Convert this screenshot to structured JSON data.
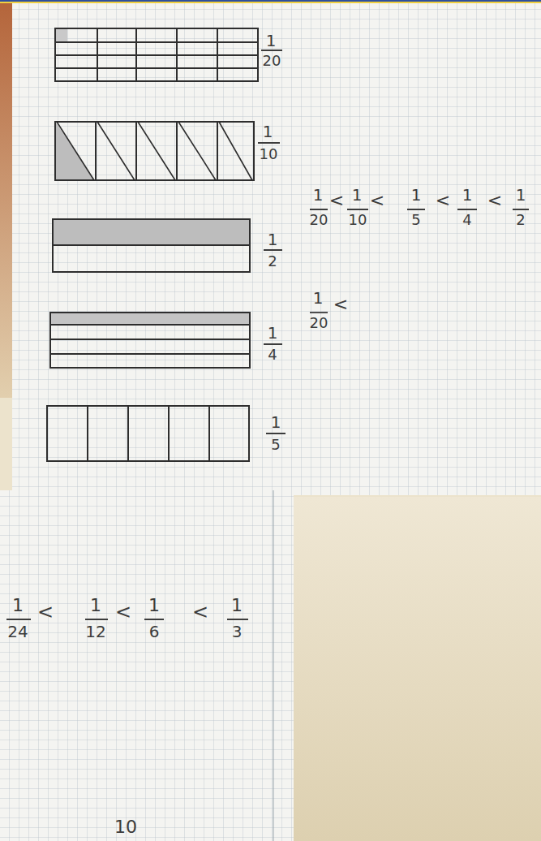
{
  "diagram": {
    "labels": [
      "1",
      "20",
      "1",
      "10",
      "1",
      "2",
      "1",
      "4",
      "1",
      "5",
      "1",
      "20",
      "<",
      "1",
      "10",
      "<",
      "1",
      "5",
      "<",
      "1",
      "4",
      "<",
      "1",
      "2",
      "1",
      "20",
      "<",
      "1",
      "24",
      "<",
      "1",
      "12",
      "<",
      "1",
      "6",
      "<",
      "1",
      "3",
      "10"
    ]
  }
}
